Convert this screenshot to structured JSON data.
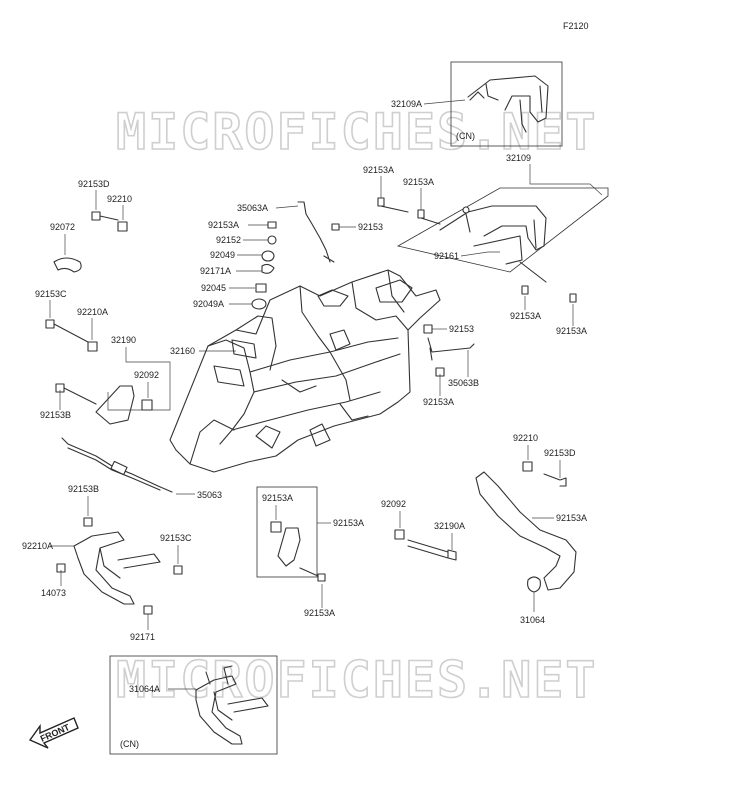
{
  "figure_code": "F2120",
  "watermark": "MICROFICHES.NET",
  "front_label": "FRONT",
  "cn_label": "(CN)",
  "labels": [
    {
      "key": "32109A",
      "text": "32109A"
    },
    {
      "key": "32109",
      "text": "32109"
    },
    {
      "key": "92153A_a",
      "text": "92153A"
    },
    {
      "key": "92153A_b",
      "text": "92153A"
    },
    {
      "key": "92161",
      "text": "92161"
    },
    {
      "key": "92153A_c",
      "text": "92153A"
    },
    {
      "key": "92153A_d",
      "text": "92153A"
    },
    {
      "key": "92153D_a",
      "text": "92153D"
    },
    {
      "key": "92210_a",
      "text": "92210"
    },
    {
      "key": "92072",
      "text": "92072"
    },
    {
      "key": "35063A",
      "text": "35063A"
    },
    {
      "key": "92153A_e",
      "text": "92153A"
    },
    {
      "key": "92153_a",
      "text": "92153"
    },
    {
      "key": "92152",
      "text": "92152"
    },
    {
      "key": "92049",
      "text": "92049"
    },
    {
      "key": "92171A",
      "text": "92171A"
    },
    {
      "key": "92045",
      "text": "92045"
    },
    {
      "key": "92049A",
      "text": "92049A"
    },
    {
      "key": "92153C_a",
      "text": "92153C"
    },
    {
      "key": "92210A_a",
      "text": "92210A"
    },
    {
      "key": "32190",
      "text": "32190"
    },
    {
      "key": "92092_a",
      "text": "92092"
    },
    {
      "key": "92153B_a",
      "text": "92153B"
    },
    {
      "key": "32160",
      "text": "32160"
    },
    {
      "key": "92153_b",
      "text": "92153"
    },
    {
      "key": "35063B",
      "text": "35063B"
    },
    {
      "key": "92153A_f",
      "text": "92153A"
    },
    {
      "key": "35063",
      "text": "35063"
    },
    {
      "key": "92210_b",
      "text": "92210"
    },
    {
      "key": "92153D_b",
      "text": "92153D"
    },
    {
      "key": "92153A_g",
      "text": "92153A"
    },
    {
      "key": "31064",
      "text": "31064"
    },
    {
      "key": "92153A_h",
      "text": "92153A"
    },
    {
      "key": "92153A_i",
      "text": "92153A"
    },
    {
      "key": "92153A_j",
      "text": "92153A"
    },
    {
      "key": "92092_b",
      "text": "92092"
    },
    {
      "key": "32190A",
      "text": "32190A"
    },
    {
      "key": "92153B_b",
      "text": "92153B"
    },
    {
      "key": "92210A_b",
      "text": "92210A"
    },
    {
      "key": "92153C_b",
      "text": "92153C"
    },
    {
      "key": "14073",
      "text": "14073"
    },
    {
      "key": "92171",
      "text": "92171"
    },
    {
      "key": "31064A",
      "text": "31064A"
    }
  ]
}
